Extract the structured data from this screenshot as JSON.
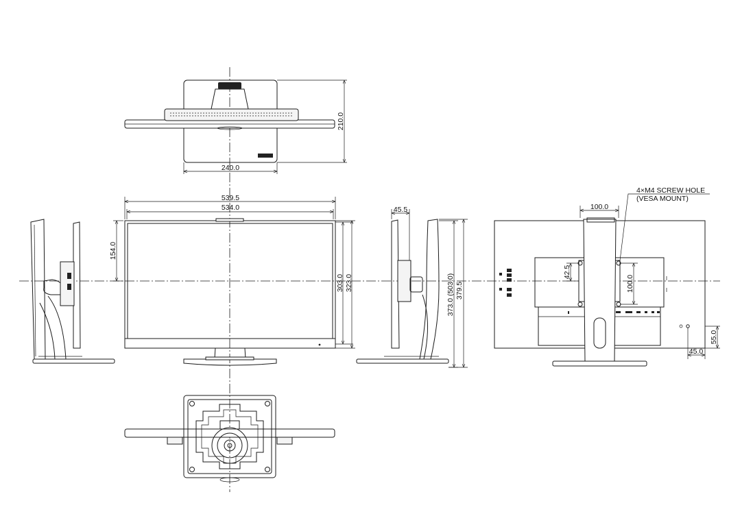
{
  "dimensions": {
    "top_depth": "210.0",
    "top_base_width": "240.0",
    "outer_width": "539.5",
    "panel_width": "534.0",
    "camera_offset": "154.0",
    "panel_height": "303.0",
    "outer_height": "323.0",
    "side_depth": "45.5",
    "height_range": "373.0 (503.0)",
    "total_height": "379.5",
    "vesa_width": "100.0",
    "vesa_height": "100.0",
    "vesa_offset": "42.5",
    "corner_vertical": "55.0",
    "corner_horizontal": "45.0"
  },
  "annotations": {
    "screw_hole": "4×M4 SCREW HOLE",
    "vesa_mount": "(VESA MOUNT)"
  }
}
